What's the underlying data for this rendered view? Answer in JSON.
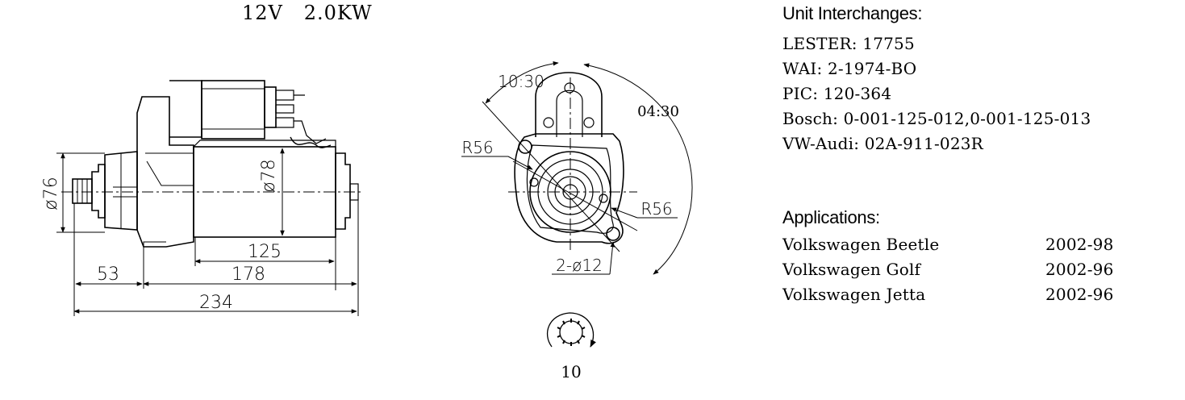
{
  "spec": {
    "voltage": "12V",
    "power": "2.0KW"
  },
  "interchanges": {
    "heading": "Unit Interchanges:",
    "items": [
      "LESTER: 17755",
      "WAI: 2-1974-BO",
      "PIC: 120-364",
      "Bosch: 0-001-125-012,0-001-125-013",
      "VW-Audi: 02A-911-023R"
    ]
  },
  "applications": {
    "heading": "Applications:",
    "items": [
      {
        "vehicle": "Volkswagen Beetle",
        "years": "2002-98"
      },
      {
        "vehicle": "Volkswagen Golf",
        "years": "2002-96"
      },
      {
        "vehicle": "Volkswagen Jetta",
        "years": "2002-96"
      }
    ]
  },
  "side_view": {
    "dims": {
      "d76": "ø76",
      "d78": "ø78",
      "l125": "125",
      "l53": "53",
      "l178": "178",
      "l234": "234"
    }
  },
  "front_view": {
    "dims": {
      "angle_left": "10:30",
      "angle_right": "04:30",
      "r_left": "R56",
      "r_right": "R56",
      "holes": "2-ø12"
    }
  },
  "gear": {
    "teeth": "10"
  }
}
